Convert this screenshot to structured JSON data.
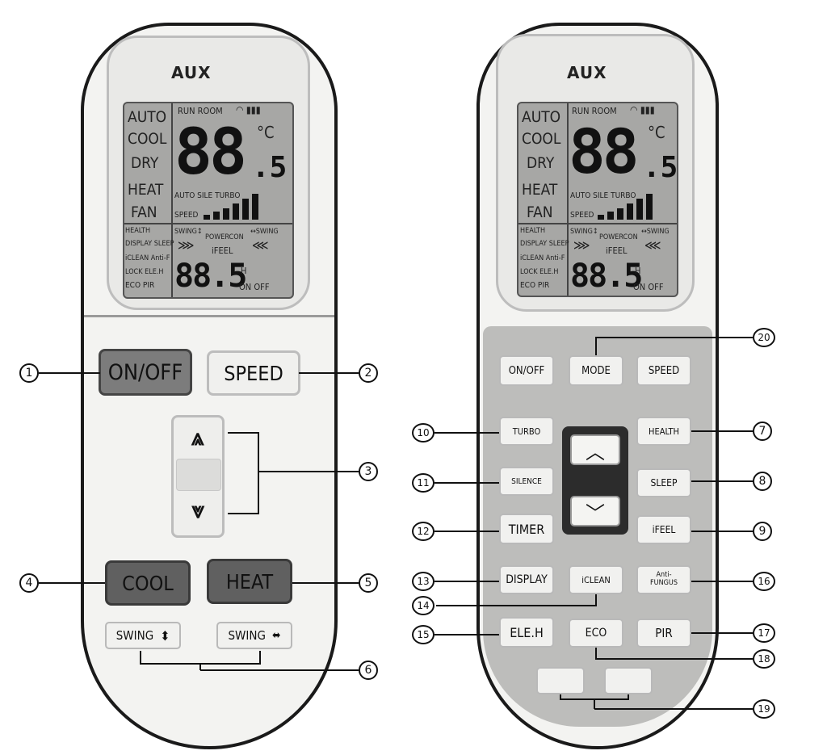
{
  "brand": "AUX",
  "lcd": {
    "modes": [
      "AUTO",
      "COOL",
      "DRY",
      "HEAT",
      "FAN"
    ],
    "status": "RUN ROOM",
    "temp_digits": "88",
    "temp_decimal": ".5",
    "temp_unit": "°C",
    "speed_modes": "AUTO SILE TURBO",
    "speed_label": "SPEED",
    "functions_left": [
      "HEALTH",
      "DISPLAY SLEEP",
      "iCLEAN Anti-F",
      "LOCK ELE.H",
      "ECO PIR"
    ],
    "swing_v": "SWING↕",
    "swing_h": "↔SWING",
    "powercon": "POWERCON",
    "ifeel": "iFEEL",
    "timer_digits": "88.5",
    "timer_unit": "H",
    "on_off": "ON OFF"
  },
  "left": {
    "on_off": "ON/OFF",
    "speed": "SPEED",
    "cool": "COOL",
    "heat": "HEAT",
    "swing_v": "SWING",
    "swing_h": "SWING"
  },
  "right": {
    "on_off": "ON/OFF",
    "mode": "MODE",
    "speed": "SPEED",
    "turbo": "TURBO",
    "health": "HEALTH",
    "silence": "SILENCE",
    "sleep": "SLEEP",
    "timer": "TIMER",
    "ifeel": "iFEEL",
    "display": "DISPLAY",
    "iclean": "iCLEAN",
    "anti_fungus": "Anti-\nFUNGUS",
    "eleh": "ELE.H",
    "eco": "ECO",
    "pir": "PIR"
  },
  "callouts": {
    "c1": "1",
    "c2": "2",
    "c3": "3",
    "c4": "4",
    "c5": "5",
    "c6": "6",
    "c7": "7",
    "c8": "8",
    "c9": "9",
    "c10": "10",
    "c11": "11",
    "c12": "12",
    "c13": "13",
    "c14": "14",
    "c15": "15",
    "c16": "16",
    "c17": "17",
    "c18": "18",
    "c19": "19",
    "c20": "20"
  }
}
